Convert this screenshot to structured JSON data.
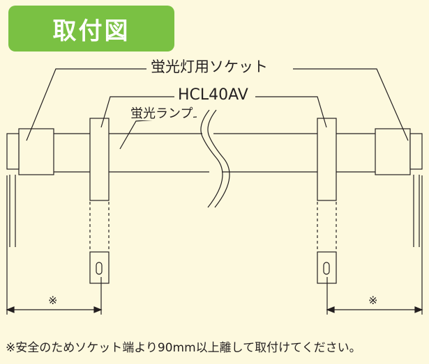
{
  "header": {
    "title": "取付図"
  },
  "labels": {
    "socket": "蛍光灯用ソケット",
    "model": "HCL40AV",
    "lamp": "蛍光ランプ",
    "distance_mark_left": "※",
    "distance_mark_right": "※"
  },
  "footer": {
    "note": "※安全のためソケット端より90mm以上離して取付けてください。"
  },
  "colors": {
    "header_badge": "#7ac143",
    "background": "#fdf9de",
    "line": "#231f20"
  }
}
